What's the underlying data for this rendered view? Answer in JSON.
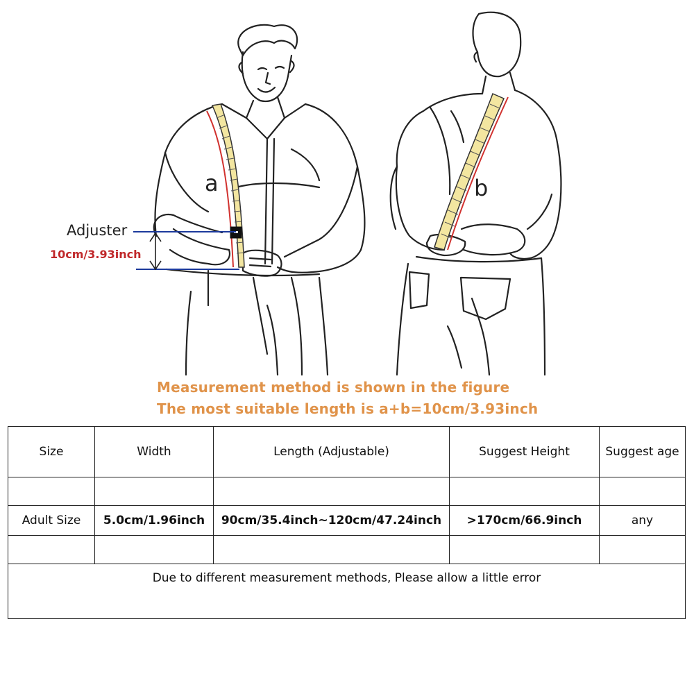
{
  "figure": {
    "adjuster_label": "Adjuster",
    "measurement_label": "10cm/3.93inch",
    "label_a": "a",
    "label_b": "b"
  },
  "caption": {
    "line1": "Measurement method is shown in the figure",
    "line2": "The most suitable length is a+b=10cm/3.93inch"
  },
  "table": {
    "headers": [
      "Size",
      "Width",
      "Length (Adjustable)",
      "Suggest Height",
      "Suggest age"
    ],
    "rows": [
      [
        "Adult Size",
        "5.0cm/1.96inch",
        "90cm/35.4inch~120cm/47.24inch",
        ">170cm/66.9inch",
        "any"
      ]
    ],
    "note": "Due to different measurement methods, Please allow a little error"
  },
  "colors": {
    "caption": "#e0934a",
    "accent_value": "#2ab0c9",
    "measurement_red": "#c0282a",
    "guide_blue": "#1c3a9c",
    "strap_yellow": "#f3e6a0"
  }
}
